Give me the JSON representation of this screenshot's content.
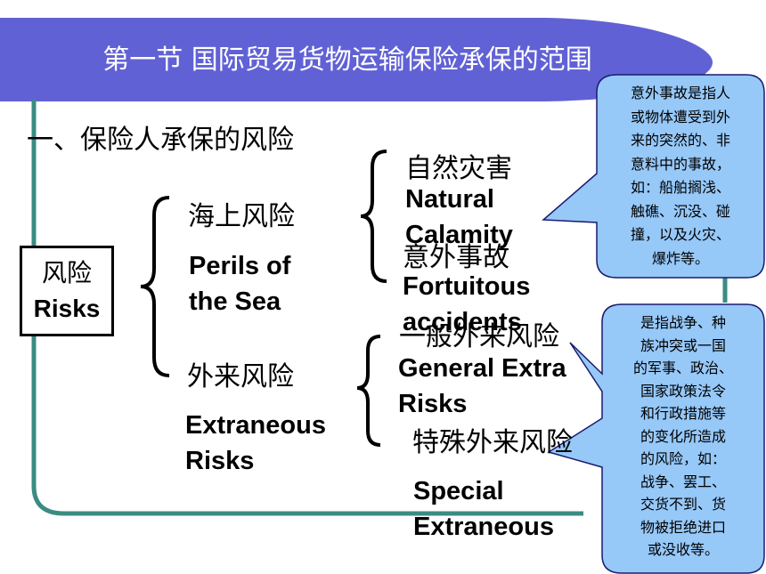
{
  "title": "第一节 国际贸易货物运输保险承保的范围",
  "section_heading": "一、保险人承保的风险",
  "root": {
    "cn": "风险",
    "en": "Risks"
  },
  "branches": {
    "marine": {
      "cn": "海上风险",
      "en_line1": "Perils of",
      "en_line2": "the Sea"
    },
    "extraneous": {
      "cn": "外来风险",
      "en_line1": "Extraneous",
      "en_line2": "Risks"
    }
  },
  "leaves": {
    "natural": {
      "cn": "自然灾害",
      "en_line1": "Natural",
      "en_line2": "Calamity"
    },
    "fortuitous": {
      "cn": "意外事故",
      "en_line1": "Fortuitous",
      "en_line2": "accidents"
    },
    "general": {
      "cn": "一般外来风险",
      "en_line1": "General Extra",
      "en_line2": "Risks"
    },
    "special": {
      "cn": "特殊外来风险",
      "en_line1": "Special",
      "en_line2": "Extraneous"
    }
  },
  "callouts": {
    "accident": [
      "意外事故是指人",
      "或物体遭受到外",
      "来的突然的、非",
      "意料中的事故，",
      "如：船舶搁浅、",
      "触礁、沉没、碰",
      "撞，以及火灾、",
      "爆炸等。"
    ],
    "special": [
      "是指战争、种",
      "族冲突或一国",
      "的军事、政治、",
      "国家政策法令",
      "和行政措施等",
      "的变化所造成",
      "的风险，如：",
      "战争、罢工、",
      "交货不到、货",
      "物被拒绝进口",
      "或没收等。"
    ]
  },
  "colors": {
    "title_band": "#6161d6",
    "title_text": "#ffffff",
    "frame_line": "#3a8c82",
    "callout_fill": "#96c8f8",
    "callout_border": "#1a1a6e"
  }
}
